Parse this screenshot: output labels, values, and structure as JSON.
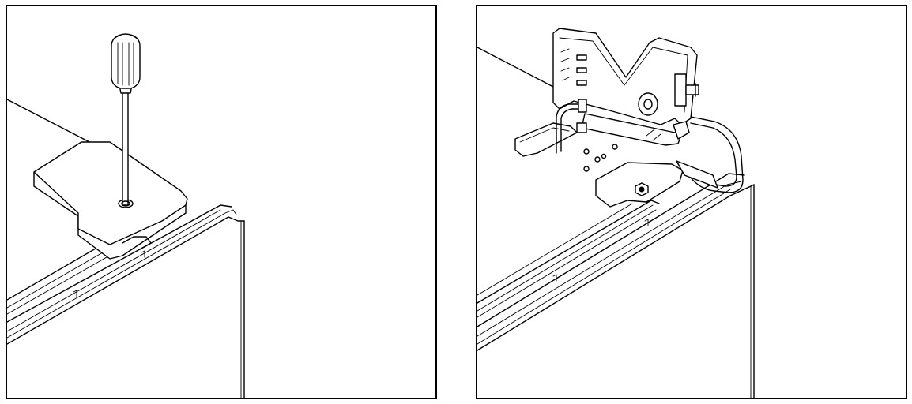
{
  "figure": {
    "panels": [
      {
        "id": "left",
        "depicts": [
          "screwdriver",
          "hinge-cover",
          "cabinet-top-corner"
        ]
      },
      {
        "id": "right",
        "depicts": [
          "hinge-bracket",
          "wire-harness",
          "hinge-plate",
          "hex-bolt",
          "cabinet-top-corner"
        ]
      }
    ]
  },
  "colors": {
    "line": "#000000",
    "background": "#ffffff"
  }
}
